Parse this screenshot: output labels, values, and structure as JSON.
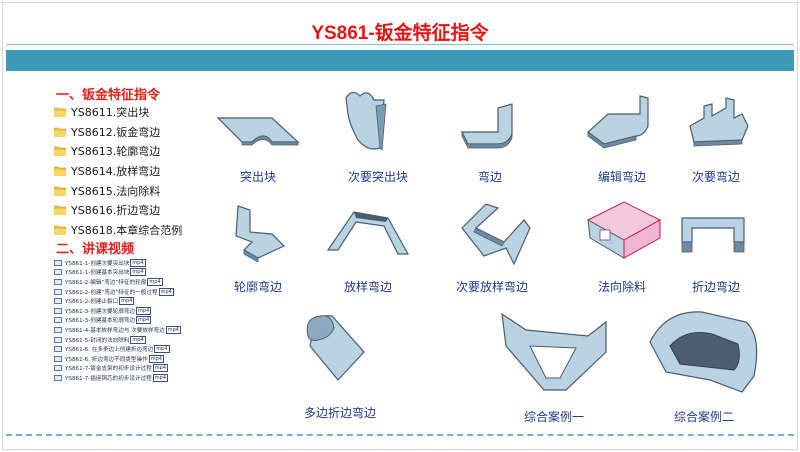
{
  "title": "YS861-钣金特征指令",
  "sections": {
    "chapters_title": "一、钣金特征指令",
    "videos_title": "二、讲课视频"
  },
  "chapters": [
    "YS8611.突出块",
    "YS8612.钣金弯边",
    "YS8613.轮廓弯边",
    "YS8614.放样弯边",
    "YS8615.法向除料",
    "YS8616.折边弯边",
    "YS8618.本章综合范例"
  ],
  "videos": [
    "YS861-1-创建次要突出块",
    "YS861-1-创建基本突出块",
    "YS861-2-编辑“弯边”特征的轮廓",
    "YS861-2-创建“弯边”特征的一般过程",
    "YS861-2-创建止裂口",
    "YS861-3-创建次要轮廓弯边",
    "YS861-3-创建基本轮廓弯边",
    "YS861-4-基本放样弯边与 次要放样弯边",
    "YS861-5-封闭的法向除料",
    "YS861-6. 在多条边上创建折边弯边",
    "YS861-6. 折边弯边不同类型操作",
    "YS861-7-钣金支架的初步设计过程",
    "YS861-7-插座铜芯的初步设计过程"
  ],
  "video_tag": "mp4",
  "items": [
    "突出块",
    "次要突出块",
    "弯边",
    "编辑弯边",
    "次要弯边",
    "轮廓弯边",
    "放样弯边",
    "次要放样弯边",
    "法向除料",
    "折边弯边",
    "多边折边弯边",
    "综合案例一",
    "综合案例二"
  ],
  "icons": {
    "chapter": "folder-icon",
    "video": "video-file-icon"
  },
  "colors": {
    "title": "#e01515",
    "section_heading": "#d9261c",
    "banner": "#3d9ab6",
    "caption": "#1f3a8a",
    "part_fill": "#b9d3e3",
    "part_edge": "#4a5c6e"
  }
}
